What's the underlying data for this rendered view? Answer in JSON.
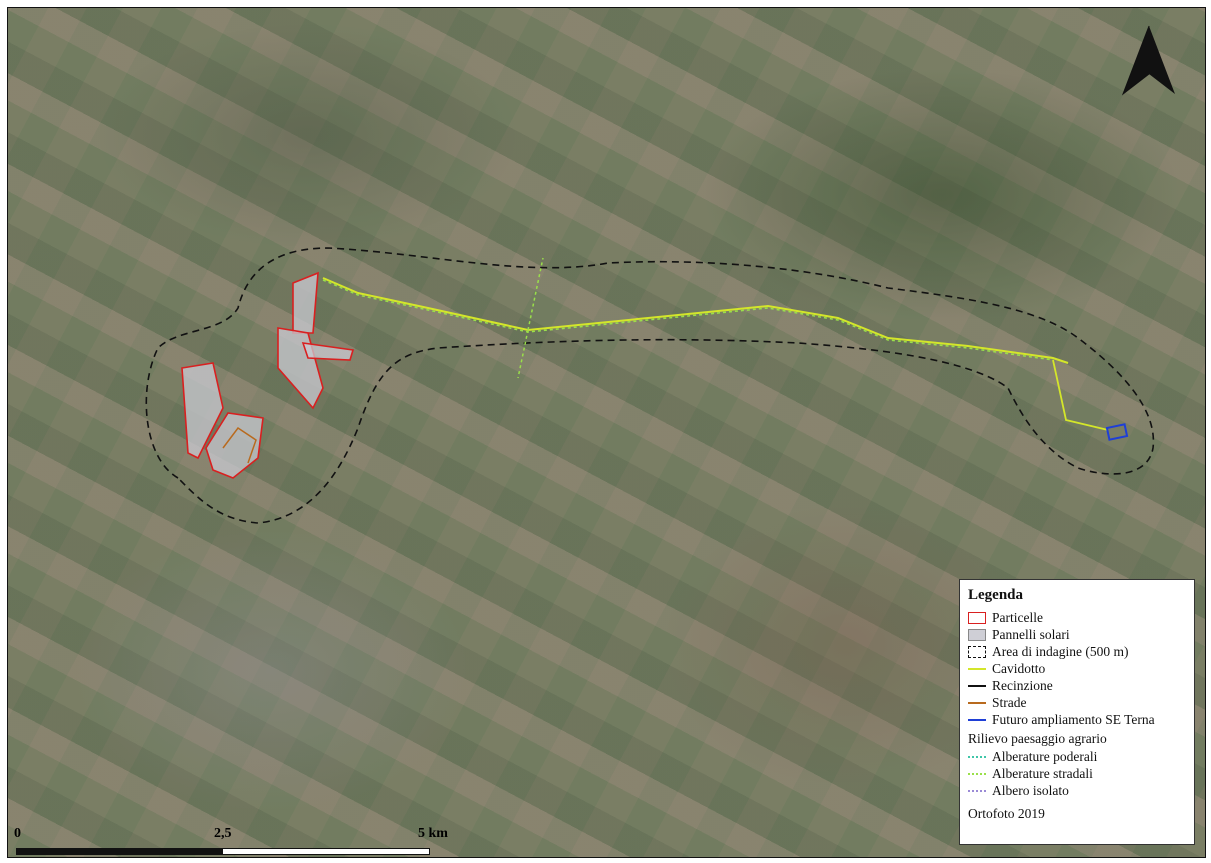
{
  "legend": {
    "title": "Legenda",
    "items": [
      {
        "label": "Particelle",
        "symbol": "box-outline",
        "color": "#d92020"
      },
      {
        "label": "Pannelli solari",
        "symbol": "box-filled",
        "color": "#cfcfd6"
      },
      {
        "label": "Area di indagine (500 m)",
        "symbol": "box-dashed",
        "color": "#111111"
      },
      {
        "label": "Cavidotto",
        "symbol": "line",
        "color": "#d4e62a"
      },
      {
        "label": "Recinzione",
        "symbol": "line",
        "color": "#111111"
      },
      {
        "label": "Strade",
        "symbol": "line",
        "color": "#b86a1e"
      },
      {
        "label": "Futuro ampliamento SE Terna",
        "symbol": "line",
        "color": "#1f3fd6"
      }
    ],
    "section_title": "Rilievo paesaggio agrario",
    "section_items": [
      {
        "label": "Alberature poderali",
        "symbol": "dotted-line",
        "color": "#3fc6a8"
      },
      {
        "label": "Alberature stradali",
        "symbol": "dotted-line",
        "color": "#9ae04a"
      },
      {
        "label": "Albero isolato",
        "symbol": "dotted-line",
        "color": "#9a8ad6"
      }
    ],
    "footer": "Ortofoto 2019"
  },
  "scale_bar": {
    "labels": [
      "0",
      "2,5",
      "5 km"
    ]
  },
  "north_arrow": {
    "icon": "north-arrow-icon"
  }
}
